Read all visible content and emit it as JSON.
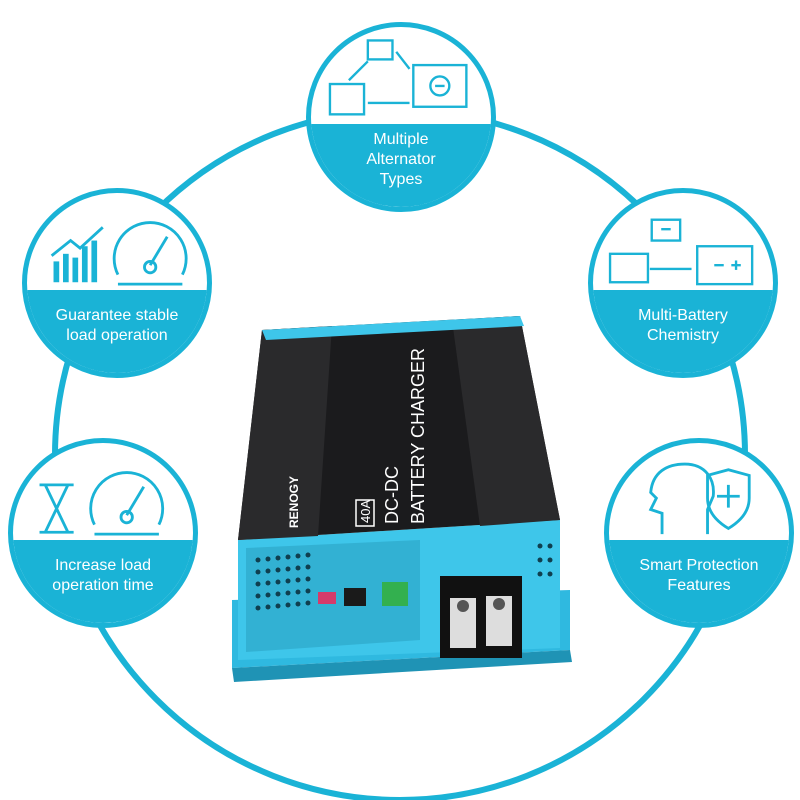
{
  "colors": {
    "accent": "#1ab3d6",
    "device_body": "#1b1b1d",
    "device_base": "#37c3e8"
  },
  "features": [
    {
      "id": "top",
      "label": "Multiple\nAlternator\nTypes",
      "icon": "alternator-icon"
    },
    {
      "id": "tl",
      "label": "Guarantee stable\nload operation",
      "icon": "gauge-chart-icon"
    },
    {
      "id": "tr",
      "label": "Multi-Battery\nChemistry",
      "icon": "battery-icon"
    },
    {
      "id": "bl",
      "label": "Increase load\noperation time",
      "icon": "hourglass-gauge-icon"
    },
    {
      "id": "br",
      "label": "Smart Protection\nFeatures",
      "icon": "head-shield-icon"
    }
  ],
  "device": {
    "brand": "RENOGY",
    "rating": "40A",
    "title_line1": "DC-DC",
    "title_line2": "BATTERY CHARGER"
  }
}
